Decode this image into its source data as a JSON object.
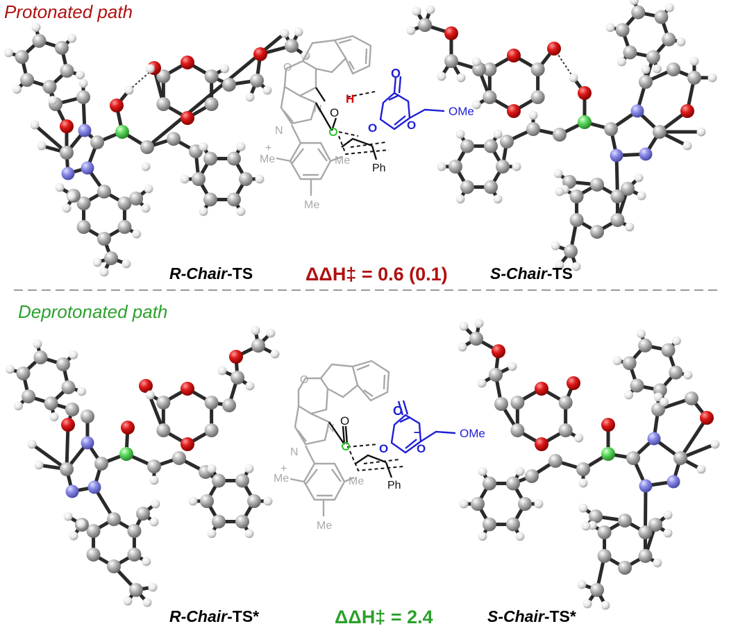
{
  "protonated": {
    "title": "Protonated path",
    "title_color": "#b01010",
    "left_label": {
      "prefix": "R",
      "mid": "Chair",
      "suffix": "TS"
    },
    "right_label": {
      "prefix": "S",
      "mid": "Chair",
      "suffix": "TS"
    },
    "energy_label": "ΔΔH‡ = 0.6 (0.1)",
    "energy_color": "#b01010"
  },
  "deprotonated": {
    "title": "Deprotonated path",
    "title_color": "#2ca02c",
    "left_label": {
      "prefix": "R",
      "mid": "Chair",
      "suffix": "TS*"
    },
    "right_label": {
      "prefix": "S",
      "mid": "Chair",
      "suffix": "TS*"
    },
    "energy_label": "ΔΔH‡ = 2.4",
    "energy_color": "#2ca02c"
  },
  "scheme_labels": {
    "top": {
      "ome": "OMe",
      "ph": "Ph",
      "me_left": "Me",
      "me_right": "Me",
      "me_bottom": "Me",
      "o": "O",
      "n": "N",
      "h": "H",
      "plus": "+"
    },
    "bottom": {
      "ome": "OMe",
      "ph": "Ph",
      "me_left": "Me",
      "me_right": "Me",
      "me_bottom": "Me",
      "o": "O",
      "n": "N",
      "minus": "–",
      "plus": "+"
    }
  },
  "colors": {
    "carbon": "#9a9a9a",
    "hydrogen": "#e6e6e6",
    "oxygen": "#d01515",
    "nitrogen": "#7f7fe0",
    "boron": "#55d055",
    "bond": "#2a2a2a",
    "scheme_gray": "#a8a8a8",
    "scheme_blue": "#1f1fd6",
    "scheme_red": "#e00000",
    "scheme_green": "#2cc22c",
    "divider": "#999999"
  }
}
